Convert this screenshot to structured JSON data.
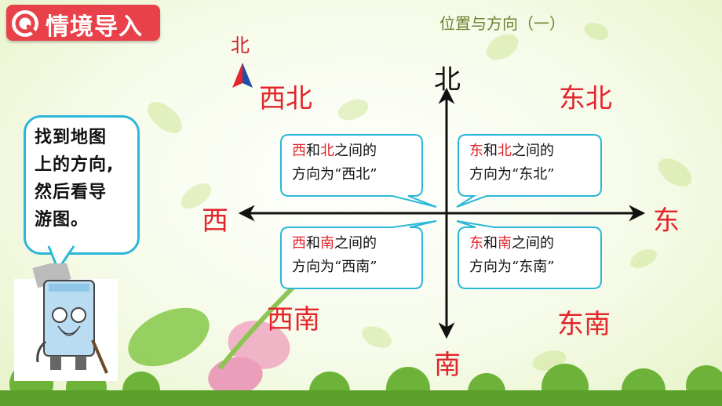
{
  "header": {
    "title": "情境导入",
    "subtitle": "位置与方向（一）"
  },
  "compass": {
    "north_label": "北"
  },
  "axes": {
    "north": "北",
    "south": "南",
    "east": "东",
    "west": "西"
  },
  "corners": {
    "northwest": "西北",
    "northeast": "东北",
    "southwest": "西南",
    "southeast": "东南"
  },
  "bubbles": {
    "nw": {
      "a": "西",
      "mid1": "和",
      "b": "北",
      "rest": "之间的",
      "line2": "方向为“西北”"
    },
    "ne": {
      "a": "东",
      "mid1": "和",
      "b": "北",
      "rest": "之间的",
      "line2": "方向为“东北”"
    },
    "sw": {
      "a": "西",
      "mid1": "和",
      "b": "南",
      "rest": "之间的",
      "line2": "方向为“西南”"
    },
    "se": {
      "a": "东",
      "mid1": "和",
      "b": "南",
      "rest": "之间的",
      "line2": "方向为“东南”"
    }
  },
  "speech": {
    "line1": "找到地图",
    "line2": "上的方向,",
    "line3": "然后看导",
    "line4": "游图。"
  },
  "colors": {
    "accent_red": "#e3252c",
    "bubble_border": "#2bb7d8",
    "header_red": "#e8414a"
  }
}
